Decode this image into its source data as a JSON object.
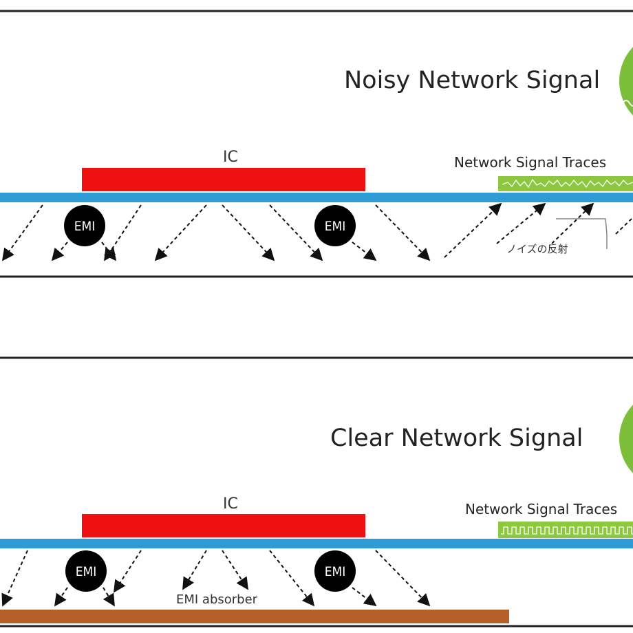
{
  "top_panel": {
    "title": "Noisy Network Signal",
    "ic_label": "IC",
    "traces_label": "Network Signal Traces",
    "emi_labels": [
      "EMI",
      "EMI"
    ],
    "reflection_label": "ノイズの反射"
  },
  "bottom_panel": {
    "title": "Clear Network Signal",
    "ic_label": "IC",
    "traces_label": "Network Signal Traces",
    "emi_labels": [
      "EMI",
      "EMI"
    ],
    "absorber_label": "EMI absorber"
  },
  "colors": {
    "ic": "#ee1111",
    "board": "#2e9ad6",
    "trace": "#8dc63f",
    "badge": "#7cbd3a",
    "absorber": "#b5602a",
    "emi": "#000000"
  }
}
